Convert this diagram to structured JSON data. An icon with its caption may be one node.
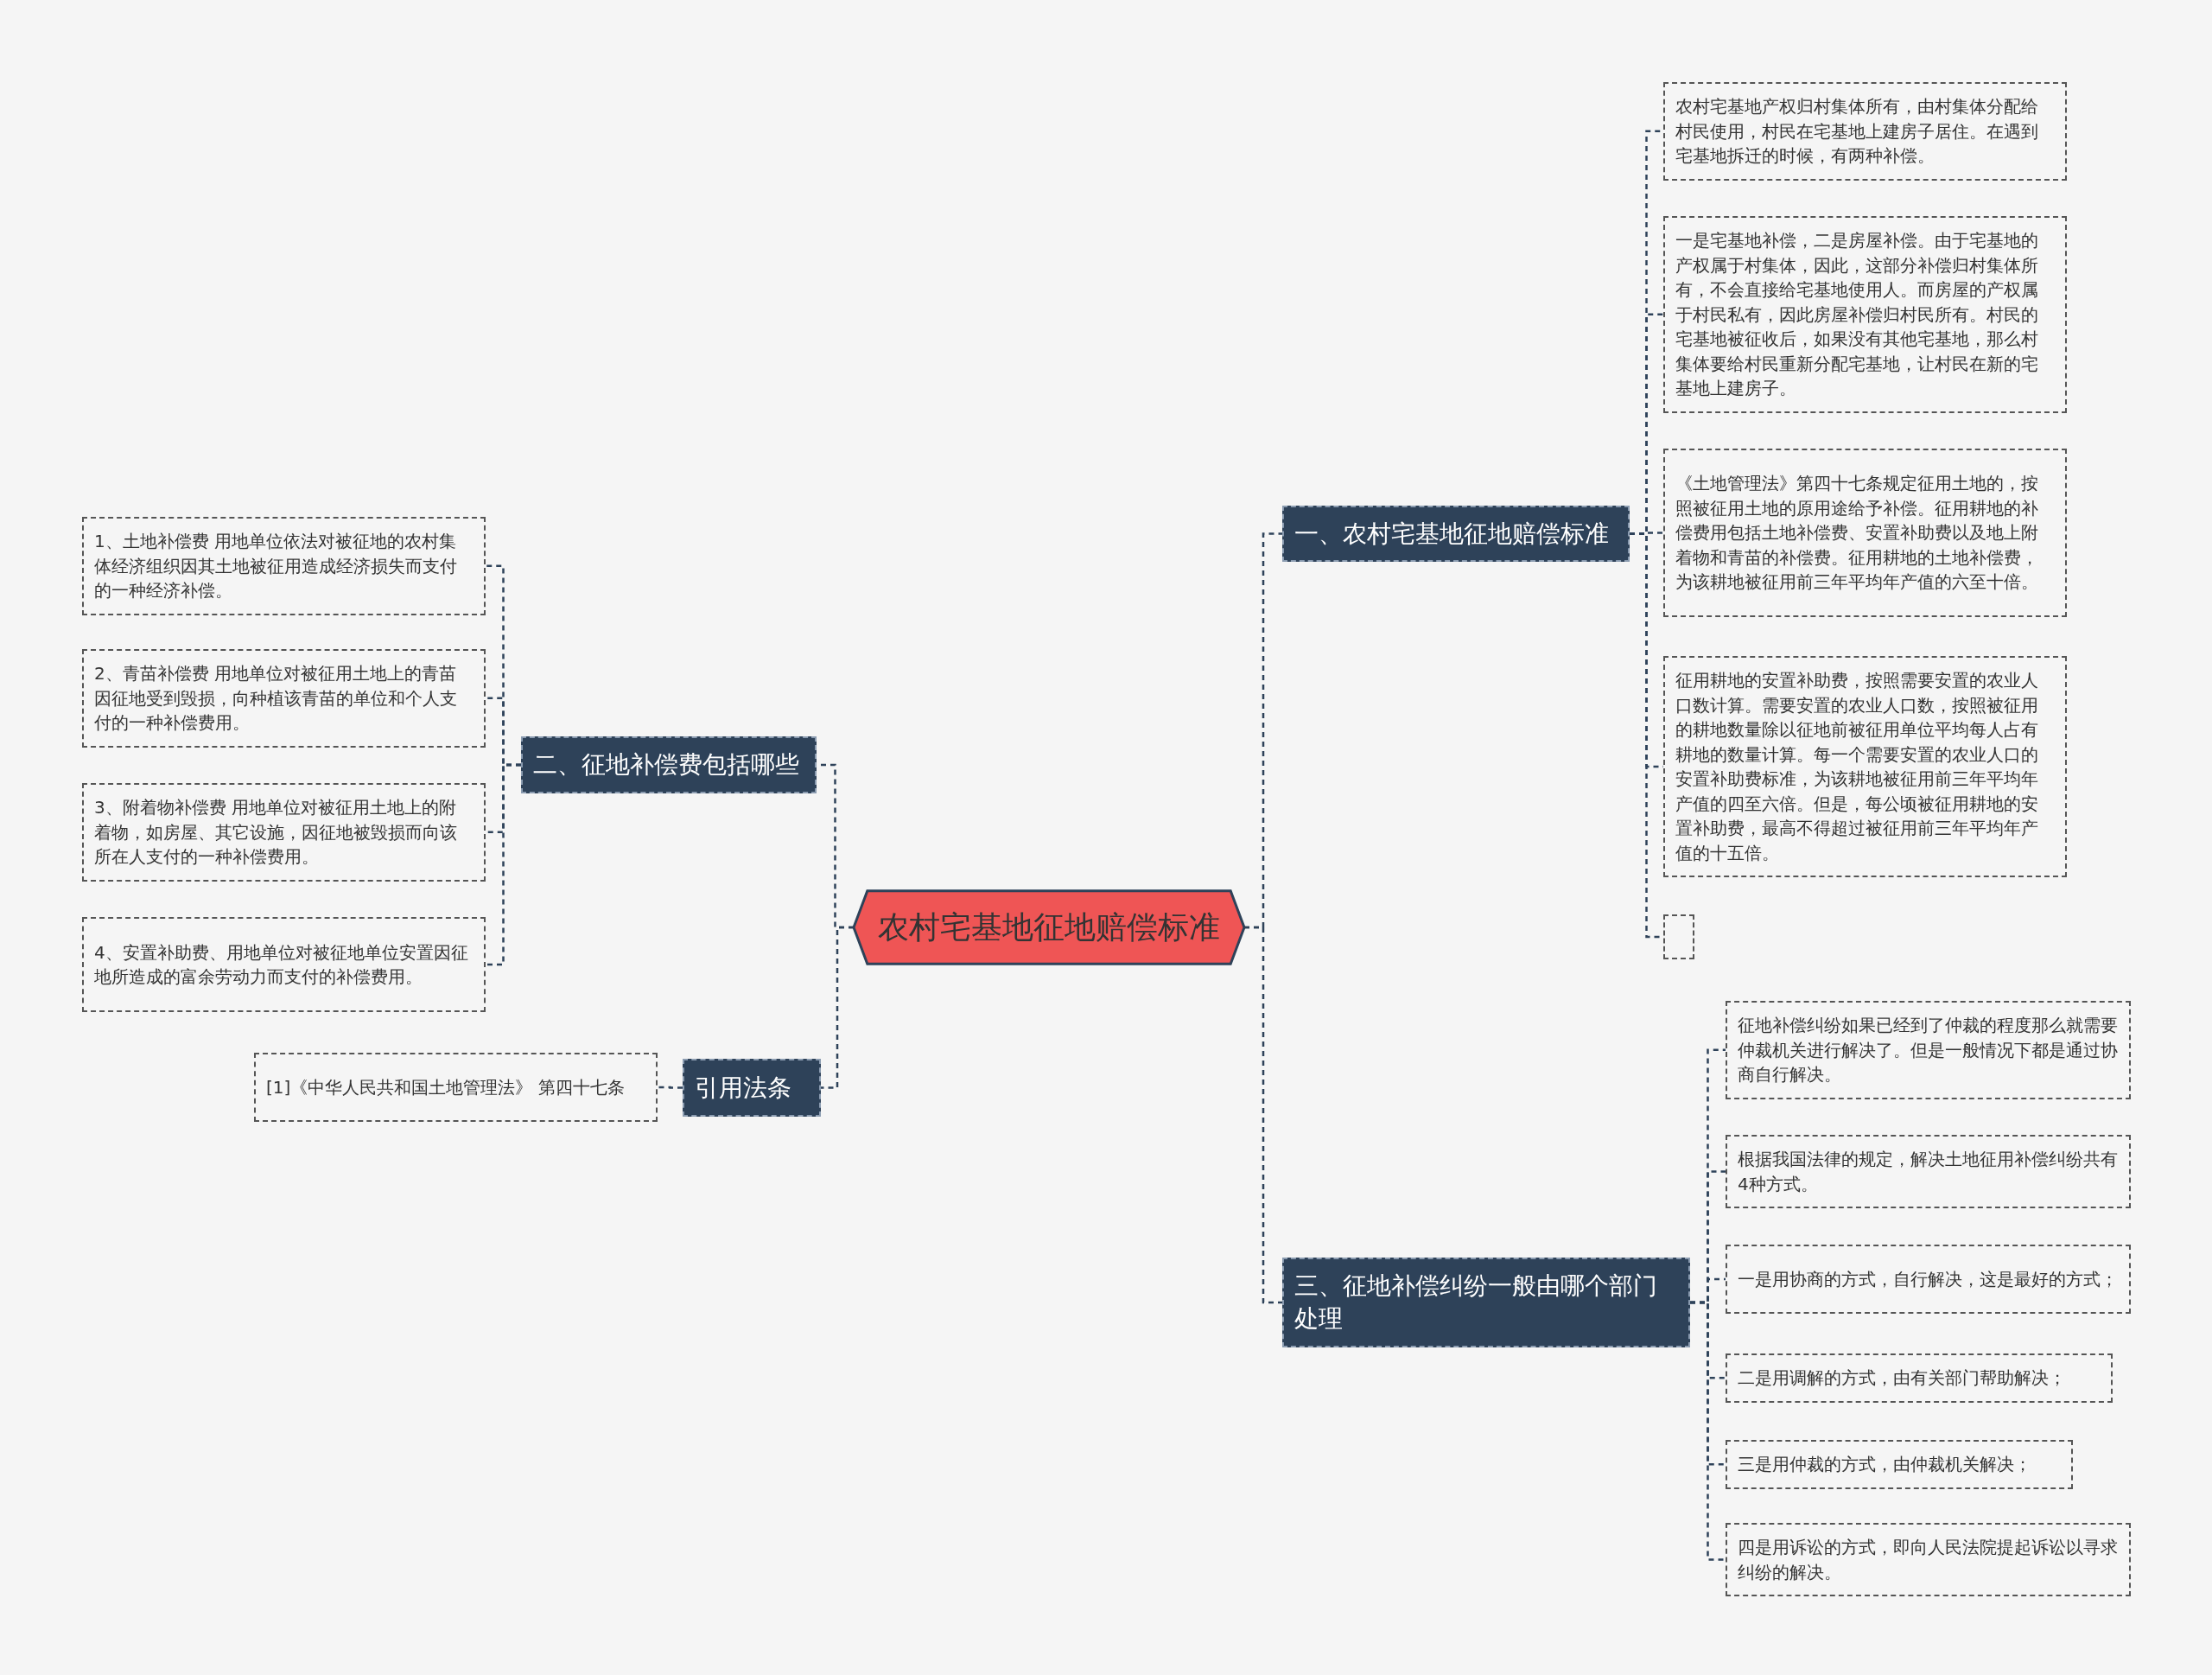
{
  "diagram": {
    "nodes": [
      {
        "text": [
          "农村宅基地征地赔偿标准"
        ]
      },
      {
        "text": [
          "一、农村宅基地征地赔偿标准"
        ]
      },
      {
        "text": [
          "农村宅基地产权归村集体所有，由村集体分配给村民使用，村民在宅基地上建房子居住。在遇到宅基地拆迁的时候，有两种补偿。"
        ]
      },
      {
        "text": [
          "一是宅基地补偿，二是房屋补偿。由于宅基地的产权属于村集体，因此，这部分补偿归村集体所有，不会直接给宅基地使用人。而房屋的产权属于村民私有，因此房屋补偿归村民所有。村民的宅基地被征收后，如果没有其他宅基地，那么村集体要给村民重新分配宅基地，让村民在新的宅基地上建房子。"
        ]
      },
      {
        "text": [
          "《土地管理法》第四十七条规定征用土地的，按照被征用土地的原用途给予补偿。征用耕地的补偿费用包括土地补偿费、安置补助费以及地上附着物和青苗的补偿费。征用耕地的土地补偿费，为该耕地被征用前三年平均年产值的六至十倍。"
        ]
      },
      {
        "text": [
          "征用耕地的安置补助费，按照需要安置的农业人口数计算。需要安置的农业人口数，按照被征用的耕地数量除以征地前被征用单位平均每人占有耕地的数量计算。每一个需要安置的农业人口的安置补助费标准，为该耕地被征用前三年平均年产值的四至六倍。但是，每公顷被征用耕地的安置补助费，最高不得超过被征用前三年平均年产值的十五倍。"
        ]
      },
      {
        "text": [],
        "shape": "box"
      },
      {
        "text": [
          "三、征地补偿纠纷一般由哪个部门处理"
        ]
      },
      {
        "text": [
          "征地补偿纠纷如果已经到了仲裁的程度那么就需要仲裁机关进行解决了。但是一般情况下都是通过协商自行解决。"
        ]
      },
      {
        "text": [
          "根据我国法律的规定，解决土地征用补偿纠纷共有4种方式。"
        ]
      },
      {
        "text": [
          "一是用协商的方式，自行解决，这是最好的方式；"
        ]
      },
      {
        "text": [
          "二是用调解的方式，由有关部门帮助解决；"
        ]
      },
      {
        "text": [
          "三是用仲裁的方式，由仲裁机关解决；"
        ]
      },
      {
        "text": [
          "四是用诉讼的方式，即向人民法院提起诉讼以寻求纠纷的解决。"
        ]
      },
      {
        "text": [
          "二、征地补偿费包括哪些"
        ]
      },
      {
        "text": [
          "1、土地补偿费 用地单位依法对被征地的农村集体经济组织因其土地被征用造成经济损失而支付的一种经济补偿。"
        ]
      },
      {
        "text": [
          "2、青苗补偿费 用地单位对被征用土地上的青苗因征地受到毁损，向种植该青苗的单位和个人支付的一种补偿费用。"
        ]
      },
      {
        "text": [
          "3、附着物补偿费 用地单位对被征用土地上的附着物，如房屋、其它设施，因征地被毁损而向该所在人支付的一种补偿费用。"
        ]
      },
      {
        "text": [
          "4、安置补助费、用地单位对被征地单位安置因征地所造成的富余劳动力而支付的补偿费用。"
        ]
      },
      {
        "text": [
          "引用法条"
        ]
      },
      {
        "text": [
          "[1]《中华人民共和国土地管理法》 第四十七条"
        ]
      }
    ],
    "edges": [
      {
        "from": 0,
        "to": 1,
        "arrow": "none"
      },
      {
        "from": 1,
        "to": 2,
        "arrow": "none"
      },
      {
        "from": 1,
        "to": 3,
        "arrow": "none"
      },
      {
        "from": 1,
        "to": 4,
        "arrow": "none"
      },
      {
        "from": 1,
        "to": 5,
        "arrow": "none"
      },
      {
        "from": 1,
        "to": 6,
        "arrow": "none"
      },
      {
        "from": 0,
        "to": 7,
        "arrow": "none"
      },
      {
        "from": 7,
        "to": 8,
        "arrow": "none"
      },
      {
        "from": 7,
        "to": 9,
        "arrow": "none"
      },
      {
        "from": 7,
        "to": 10,
        "arrow": "none"
      },
      {
        "from": 7,
        "to": 11,
        "arrow": "none"
      },
      {
        "from": 7,
        "to": 12,
        "arrow": "none"
      },
      {
        "from": 7,
        "to": 13,
        "arrow": "none"
      },
      {
        "from": 0,
        "to": 14,
        "arrow": "none"
      },
      {
        "from": 14,
        "to": 15,
        "arrow": "none"
      },
      {
        "from": 14,
        "to": 16,
        "arrow": "none"
      },
      {
        "from": 14,
        "to": 17,
        "arrow": "none"
      },
      {
        "from": 14,
        "to": 18,
        "arrow": "none"
      },
      {
        "from": 0,
        "to": 19,
        "arrow": "none"
      },
      {
        "from": 19,
        "to": 20,
        "arrow": "none"
      }
    ]
  }
}
